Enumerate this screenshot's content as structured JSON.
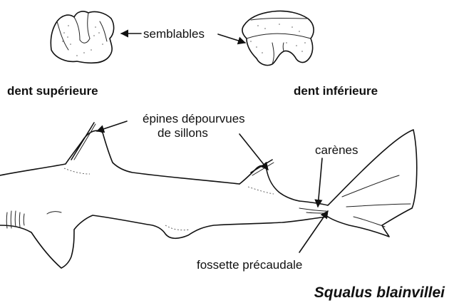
{
  "labels": {
    "similar": "semblables",
    "upper_tooth": "dent supérieure",
    "lower_tooth": "dent inférieure",
    "spines_line1": "épines dépourvues",
    "spines_line2": "de sillons",
    "keels": "carènes",
    "precaudal_pit": "fossette précaudale",
    "species": "Squalus blainvillei"
  },
  "colors": {
    "ink": "#111111",
    "background": "#ffffff"
  }
}
